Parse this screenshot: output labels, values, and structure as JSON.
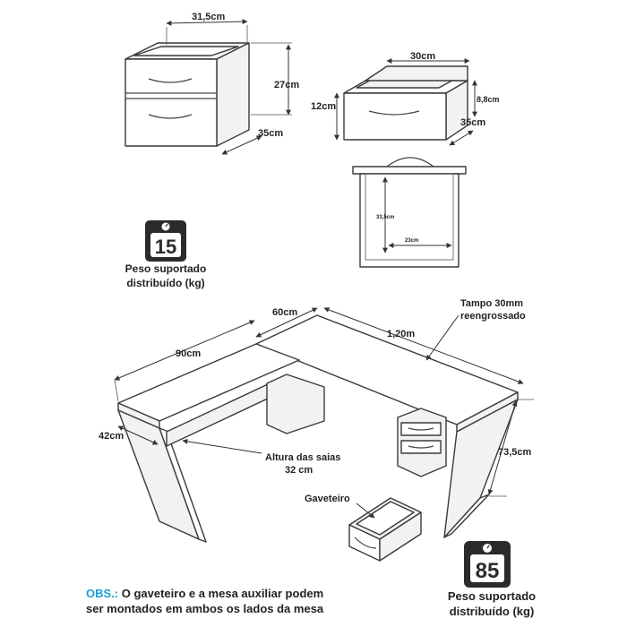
{
  "drawer_top_left": {
    "width_label": "31,5cm",
    "height_label": "27cm",
    "depth_label": "35cm"
  },
  "drawer_top_right": {
    "width_label": "30cm",
    "front_height_label": "12cm",
    "inner_height_label": "8,8cm",
    "depth_label": "35cm"
  },
  "section_view": {
    "inner_height_label": "33,5cm",
    "inner_width_label": "23cm"
  },
  "badge_small": {
    "value": "15",
    "caption_line1": "Peso suportado",
    "caption_line2": "distribuído (kg)"
  },
  "desk": {
    "return_depth_label": "60cm",
    "main_width_label": "1,20m",
    "return_length_label": "90cm",
    "return_width_label": "42cm",
    "height_label": "73,5cm",
    "top_label_line1": "Tampo 30mm",
    "top_label_line2": "reengrossado",
    "skirt_label_line1": "Altura das saias",
    "skirt_label_line2": "32 cm",
    "drawer_label": "Gaveteiro"
  },
  "badge_large": {
    "value": "85",
    "caption_line1": "Peso suportado",
    "caption_line2": "distribuído (kg)"
  },
  "obs": {
    "label": "OBS.:",
    "line1": " O gaveteiro e a mesa auxiliar podem",
    "line2": "ser montados em ambos os lados da mesa"
  },
  "colors": {
    "obs_accent": "#1f9fd6",
    "line": "#3a3a3a"
  }
}
